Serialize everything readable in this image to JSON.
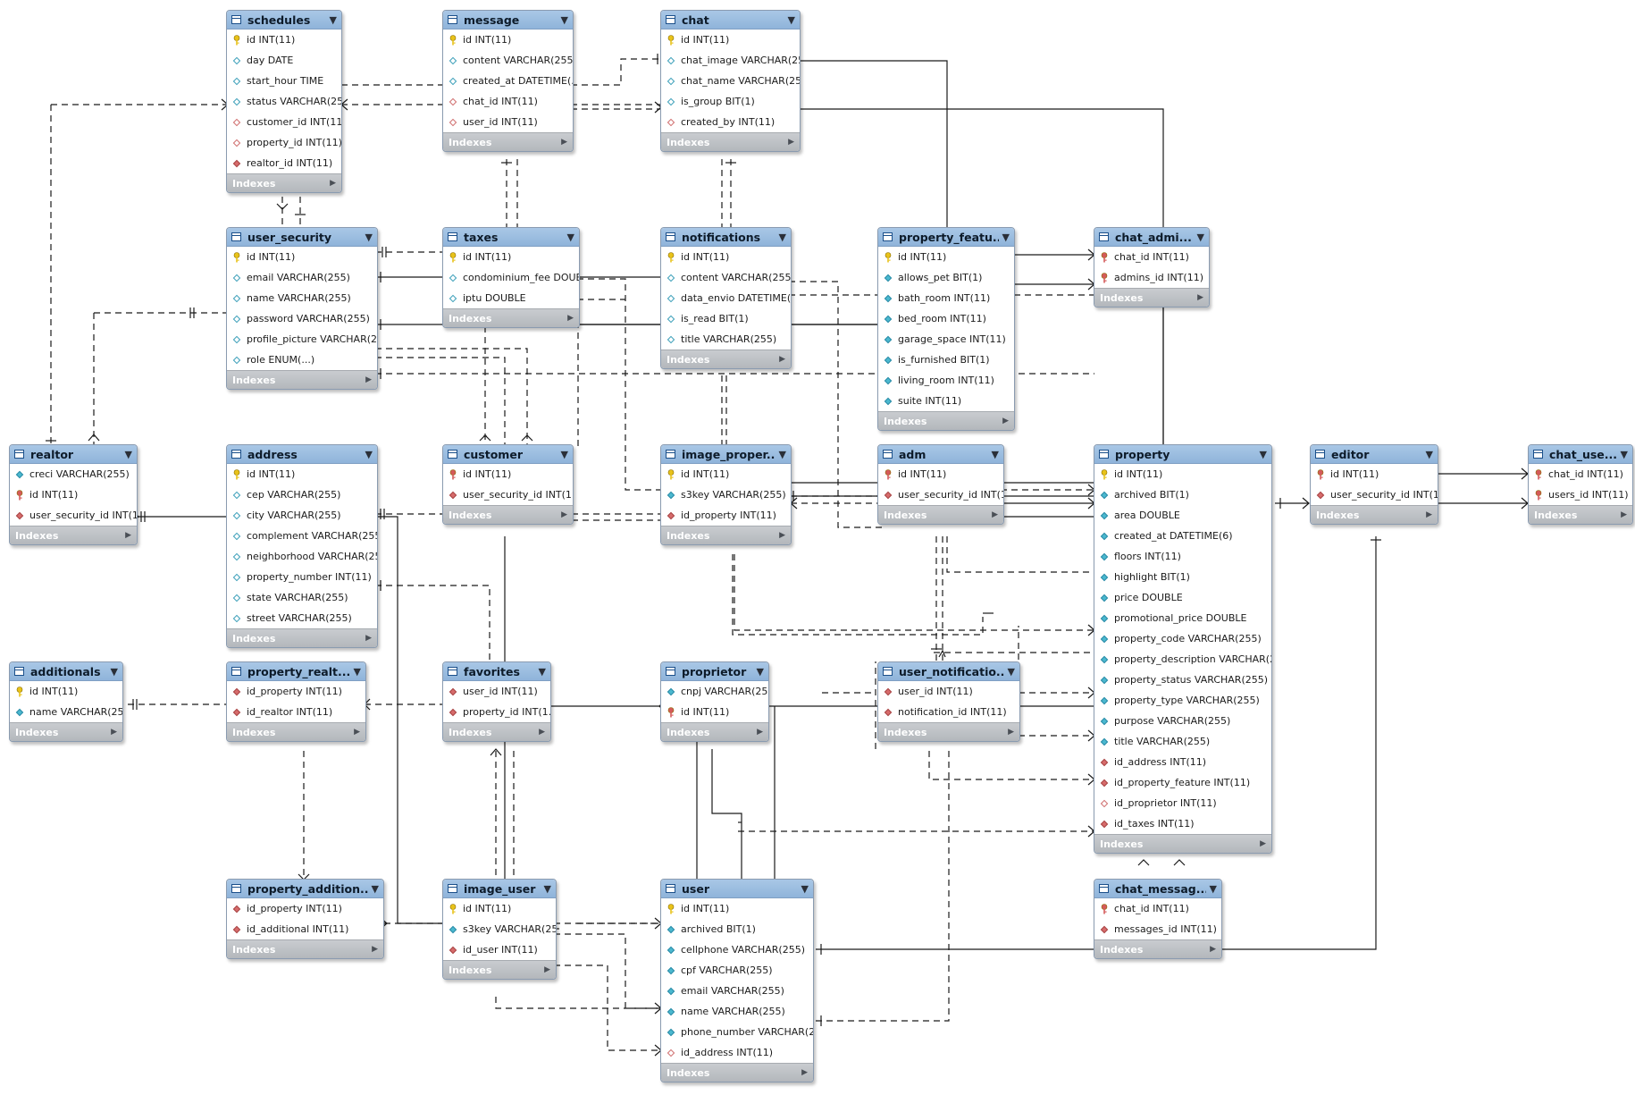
{
  "tables": [
    {
      "id": "schedules",
      "name": "schedules",
      "columns": [
        {
          "text": "id INT(11)",
          "kind": "pk"
        },
        {
          "text": "day DATE",
          "kind": "col"
        },
        {
          "text": "start_hour TIME",
          "kind": "col"
        },
        {
          "text": "status VARCHAR(25...",
          "kind": "col"
        },
        {
          "text": "customer_id INT(11)",
          "kind": "fko"
        },
        {
          "text": "property_id INT(11)",
          "kind": "fko"
        },
        {
          "text": "realtor_id INT(11)",
          "kind": "fkd"
        }
      ]
    },
    {
      "id": "message",
      "name": "message",
      "columns": [
        {
          "text": "id INT(11)",
          "kind": "pk"
        },
        {
          "text": "content VARCHAR(255)",
          "kind": "col"
        },
        {
          "text": "created_at DATETIME(...",
          "kind": "col"
        },
        {
          "text": "chat_id INT(11)",
          "kind": "fko"
        },
        {
          "text": "user_id INT(11)",
          "kind": "fko"
        }
      ]
    },
    {
      "id": "chat",
      "name": "chat",
      "columns": [
        {
          "text": "id INT(11)",
          "kind": "pk"
        },
        {
          "text": "chat_image VARCHAR(25...",
          "kind": "col"
        },
        {
          "text": "chat_name VARCHAR(255)",
          "kind": "col"
        },
        {
          "text": "is_group BIT(1)",
          "kind": "col"
        },
        {
          "text": "created_by INT(11)",
          "kind": "fko"
        }
      ]
    },
    {
      "id": "user_security",
      "name": "user_security",
      "columns": [
        {
          "text": "id INT(11)",
          "kind": "pk"
        },
        {
          "text": "email VARCHAR(255)",
          "kind": "col"
        },
        {
          "text": "name VARCHAR(255)",
          "kind": "col"
        },
        {
          "text": "password VARCHAR(255)",
          "kind": "col"
        },
        {
          "text": "profile_picture VARCHAR(25...",
          "kind": "col"
        },
        {
          "text": "role ENUM(...)",
          "kind": "col"
        }
      ]
    },
    {
      "id": "taxes",
      "name": "taxes",
      "columns": [
        {
          "text": "id INT(11)",
          "kind": "pk"
        },
        {
          "text": "condominium_fee DOUB...",
          "kind": "col"
        },
        {
          "text": "iptu DOUBLE",
          "kind": "col"
        }
      ]
    },
    {
      "id": "notifications",
      "name": "notifications",
      "columns": [
        {
          "text": "id INT(11)",
          "kind": "pk"
        },
        {
          "text": "content VARCHAR(255)",
          "kind": "col"
        },
        {
          "text": "data_envio DATETIME(...",
          "kind": "col"
        },
        {
          "text": "is_read BIT(1)",
          "kind": "col"
        },
        {
          "text": "title VARCHAR(255)",
          "kind": "col"
        }
      ]
    },
    {
      "id": "property_feature",
      "name": "property_featu...",
      "columns": [
        {
          "text": "id INT(11)",
          "kind": "pk"
        },
        {
          "text": "allows_pet BIT(1)",
          "kind": "nn"
        },
        {
          "text": "bath_room INT(11)",
          "kind": "nn"
        },
        {
          "text": "bed_room INT(11)",
          "kind": "nn"
        },
        {
          "text": "garage_space INT(11)",
          "kind": "nn"
        },
        {
          "text": "is_furnished BIT(1)",
          "kind": "nn"
        },
        {
          "text": "living_room INT(11)",
          "kind": "nn"
        },
        {
          "text": "suite INT(11)",
          "kind": "nn"
        }
      ]
    },
    {
      "id": "chat_admins",
      "name": "chat_admi...",
      "columns": [
        {
          "text": "chat_id INT(11)",
          "kind": "pkfk"
        },
        {
          "text": "admins_id INT(11)",
          "kind": "pkfk"
        }
      ]
    },
    {
      "id": "realtor",
      "name": "realtor",
      "columns": [
        {
          "text": "creci VARCHAR(255)",
          "kind": "nn"
        },
        {
          "text": "id INT(11)",
          "kind": "pkfk"
        },
        {
          "text": "user_security_id INT(1...",
          "kind": "fkd"
        }
      ]
    },
    {
      "id": "address",
      "name": "address",
      "columns": [
        {
          "text": "id INT(11)",
          "kind": "pk"
        },
        {
          "text": "cep VARCHAR(255)",
          "kind": "col"
        },
        {
          "text": "city VARCHAR(255)",
          "kind": "col"
        },
        {
          "text": "complement VARCHAR(255)",
          "kind": "col"
        },
        {
          "text": "neighborhood VARCHAR(255)",
          "kind": "col"
        },
        {
          "text": "property_number INT(11)",
          "kind": "col"
        },
        {
          "text": "state VARCHAR(255)",
          "kind": "col"
        },
        {
          "text": "street VARCHAR(255)",
          "kind": "col"
        }
      ]
    },
    {
      "id": "customer",
      "name": "customer",
      "columns": [
        {
          "text": "id INT(11)",
          "kind": "pkfk"
        },
        {
          "text": "user_security_id INT(1...",
          "kind": "fkd"
        }
      ]
    },
    {
      "id": "image_property",
      "name": "image_proper...",
      "columns": [
        {
          "text": "id INT(11)",
          "kind": "pk"
        },
        {
          "text": "s3key VARCHAR(255)",
          "kind": "nn"
        },
        {
          "text": "id_property INT(11)",
          "kind": "fkd"
        }
      ]
    },
    {
      "id": "adm",
      "name": "adm",
      "columns": [
        {
          "text": "id INT(11)",
          "kind": "pkfk"
        },
        {
          "text": "user_security_id INT(1...",
          "kind": "fkd"
        }
      ]
    },
    {
      "id": "property",
      "name": "property",
      "columns": [
        {
          "text": "id INT(11)",
          "kind": "pk"
        },
        {
          "text": "archived BIT(1)",
          "kind": "nn"
        },
        {
          "text": "area DOUBLE",
          "kind": "nn"
        },
        {
          "text": "created_at DATETIME(6)",
          "kind": "nn"
        },
        {
          "text": "floors INT(11)",
          "kind": "nn"
        },
        {
          "text": "highlight BIT(1)",
          "kind": "nn"
        },
        {
          "text": "price DOUBLE",
          "kind": "nn"
        },
        {
          "text": "promotional_price DOUBLE",
          "kind": "nn"
        },
        {
          "text": "property_code VARCHAR(255)",
          "kind": "nn"
        },
        {
          "text": "property_description VARCHAR(255)",
          "kind": "nn"
        },
        {
          "text": "property_status VARCHAR(255)",
          "kind": "nn"
        },
        {
          "text": "property_type VARCHAR(255)",
          "kind": "nn"
        },
        {
          "text": "purpose VARCHAR(255)",
          "kind": "nn"
        },
        {
          "text": "title VARCHAR(255)",
          "kind": "nn"
        },
        {
          "text": "id_address INT(11)",
          "kind": "fkd"
        },
        {
          "text": "id_property_feature INT(11)",
          "kind": "fkd"
        },
        {
          "text": "id_proprietor INT(11)",
          "kind": "fko"
        },
        {
          "text": "id_taxes INT(11)",
          "kind": "fkd"
        }
      ]
    },
    {
      "id": "editor",
      "name": "editor",
      "columns": [
        {
          "text": "id INT(11)",
          "kind": "pkfk"
        },
        {
          "text": "user_security_id INT(1...",
          "kind": "fkd"
        }
      ]
    },
    {
      "id": "chat_users",
      "name": "chat_use...",
      "columns": [
        {
          "text": "chat_id INT(11)",
          "kind": "pkfk"
        },
        {
          "text": "users_id INT(11)",
          "kind": "pkfk"
        }
      ]
    },
    {
      "id": "additionals",
      "name": "additionals",
      "columns": [
        {
          "text": "id INT(11)",
          "kind": "pk"
        },
        {
          "text": "name VARCHAR(255)",
          "kind": "nn"
        }
      ]
    },
    {
      "id": "property_realtor",
      "name": "property_realt...",
      "columns": [
        {
          "text": "id_property INT(11)",
          "kind": "fkd"
        },
        {
          "text": "id_realtor INT(11)",
          "kind": "fkd"
        }
      ]
    },
    {
      "id": "favorites",
      "name": "favorites",
      "columns": [
        {
          "text": "user_id INT(11)",
          "kind": "fkd"
        },
        {
          "text": "property_id INT(1...",
          "kind": "fkd"
        }
      ]
    },
    {
      "id": "proprietor",
      "name": "proprietor",
      "columns": [
        {
          "text": "cnpj VARCHAR(25...",
          "kind": "nn"
        },
        {
          "text": "id INT(11)",
          "kind": "pkfk"
        }
      ]
    },
    {
      "id": "user_notifications",
      "name": "user_notificatio...",
      "columns": [
        {
          "text": "user_id INT(11)",
          "kind": "fkd"
        },
        {
          "text": "notification_id INT(11)",
          "kind": "fkd"
        }
      ]
    },
    {
      "id": "property_additionals",
      "name": "property_addition...",
      "columns": [
        {
          "text": "id_property INT(11)",
          "kind": "fkd"
        },
        {
          "text": "id_additional INT(11)",
          "kind": "fkd"
        }
      ]
    },
    {
      "id": "image_user",
      "name": "image_user",
      "columns": [
        {
          "text": "id INT(11)",
          "kind": "pk"
        },
        {
          "text": "s3key VARCHAR(25...",
          "kind": "nn"
        },
        {
          "text": "id_user INT(11)",
          "kind": "fkd"
        }
      ]
    },
    {
      "id": "user",
      "name": "user",
      "columns": [
        {
          "text": "id INT(11)",
          "kind": "pk"
        },
        {
          "text": "archived BIT(1)",
          "kind": "nn"
        },
        {
          "text": "cellphone VARCHAR(255)",
          "kind": "nn"
        },
        {
          "text": "cpf VARCHAR(255)",
          "kind": "nn"
        },
        {
          "text": "email VARCHAR(255)",
          "kind": "nn"
        },
        {
          "text": "name VARCHAR(255)",
          "kind": "nn"
        },
        {
          "text": "phone_number VARCHAR(25...",
          "kind": "nn"
        },
        {
          "text": "id_address INT(11)",
          "kind": "fko"
        }
      ]
    },
    {
      "id": "chat_messages",
      "name": "chat_messag...",
      "columns": [
        {
          "text": "chat_id INT(11)",
          "kind": "pkfk"
        },
        {
          "text": "messages_id INT(11)",
          "kind": "fkd"
        }
      ]
    }
  ],
  "indexes_label": "Indexes",
  "colors": {
    "header": "#9dbfe2",
    "footer": "#bfc3c7",
    "line": "#1a1a1a",
    "pk_key": "#e8c21a",
    "pkfk_key": "#d45a5a"
  },
  "icons": {
    "table": "table-icon",
    "menu": "dropdown-triangle-icon",
    "pk": "primary-key-icon",
    "column": "column-diamond-icon",
    "fk": "foreign-key-diamond-icon",
    "expand": "expand-arrow-icon"
  }
}
